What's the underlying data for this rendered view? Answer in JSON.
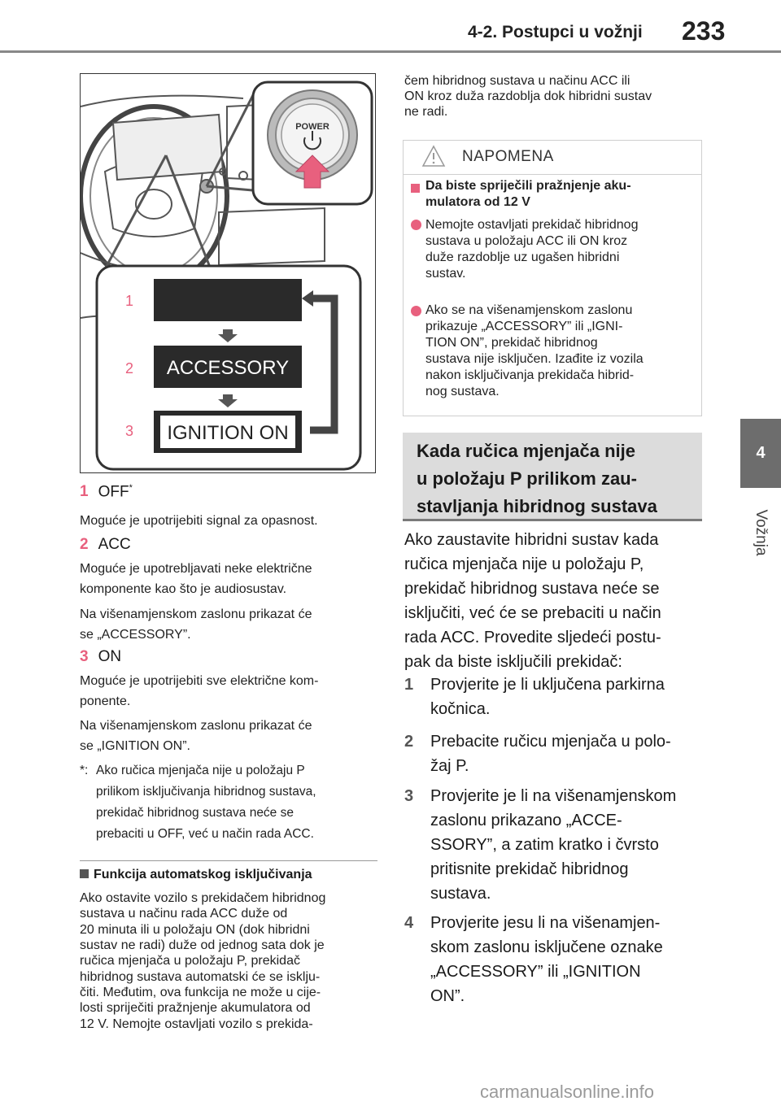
{
  "header": {
    "section_title": "4-2. Postupci u vožnji",
    "page_number": "233"
  },
  "side_tab": {
    "chapter_number": "4",
    "chapter_label": "Vožnja"
  },
  "illustration": {
    "power_label": "POWER",
    "labels": [
      "1",
      "2",
      "3"
    ],
    "screen_accessory": "ACCESSORY",
    "screen_ignition": "IGNITION ON"
  },
  "left_column": {
    "steps": [
      {
        "num": "1",
        "title": "OFF",
        "marker": "*",
        "paragraphs": [
          "Moguće je upotrijebiti signal za opasnost."
        ]
      },
      {
        "num": "2",
        "title": "ACC",
        "paragraphs": [
          "Moguće je upotrebljavati neke električne",
          "komponente kao što je audiosustav.",
          "Na višenamjenskom zaslonu prikazat će",
          "se „ACCESSORY”."
        ]
      },
      {
        "num": "3",
        "title": "ON",
        "paragraphs": [
          "Moguće je upotrijebiti sve električne kom-",
          "ponente.",
          "Na višenamjenskom zaslonu prikazat će",
          "se „IGNITION ON”."
        ]
      }
    ],
    "footnote": {
      "marker": "*:",
      "lines": [
        "Ako ručica mjenjača nije u položaju P",
        "prilikom isključivanja hibridnog sustava,",
        "prekidač hibridnog sustava neće se",
        "prebaciti u OFF, već u način rada ACC."
      ]
    },
    "auto_off": {
      "heading": "Funkcija automatskog isključivanja",
      "lines": [
        "Ako ostavite vozilo s prekidačem hibridnog",
        "sustava u načinu rada ACC duže od",
        "20 minuta ili u položaju ON (dok hibridni",
        "sustav ne radi) duže od jednog sata dok je",
        "ručica mjenjača u položaju P, prekidač",
        "hibridnog sustava automatski će se isklju-",
        "čiti. Međutim, ova funkcija ne može u cije-",
        "losti spriječiti pražnjenje akumulatora od",
        "12 V. Nemojte ostavljati vozilo s prekida-"
      ]
    }
  },
  "right_column": {
    "continued_lines": [
      "čem hibridnog sustava u načinu ACC ili",
      "ON kroz duža razdoblja dok hibridni sustav",
      "ne radi."
    ],
    "note": {
      "title": "NAPOMENA",
      "heading_lines": [
        "Da biste spriječili pražnjenje aku-",
        "mulatora od 12 V"
      ],
      "bullet1": [
        "Nemojte ostavljati prekidač hibridnog",
        "sustava u položaju ACC ili ON kroz",
        "duže razdoblje uz ugašen hibridni",
        "sustav."
      ],
      "bullet2": [
        "Ako se na višenamjenskom zaslonu",
        "prikazuje „ACCESSORY” ili „IGNI-",
        "TION ON”, prekidač hibridnog",
        "sustava nije isključen. Izađite iz vozila",
        "nakon isključivanja prekidača hibrid-",
        "nog sustava."
      ]
    },
    "section": {
      "title_lines": [
        "Kada ručica mjenjača nije",
        "u položaju P prilikom zau-",
        "stavljanja hibridnog sustava"
      ]
    },
    "intro_lines": [
      "Ako zaustavite hibridni sustav kada",
      "ručica mjenjača nije u položaju P,",
      "prekidač hibridnog sustava neće se",
      "isključiti, već će se prebaciti u način",
      "rada ACC. Provedite sljedeći postu-",
      "pak da biste isključili prekidač:"
    ],
    "steps": [
      {
        "num": "1",
        "lines": [
          "Provjerite je li uključena parkirna",
          "kočnica."
        ]
      },
      {
        "num": "2",
        "lines": [
          "Prebacite ručicu mjenjača u polo-",
          "žaj P."
        ]
      },
      {
        "num": "3",
        "lines": [
          "Provjerite je li na višenamjenskom",
          "zaslonu prikazano „ACCE-",
          "SSORY”, a zatim kratko i čvrsto",
          "pritisnite prekidač hibridnog",
          "sustava."
        ]
      },
      {
        "num": "4",
        "lines": [
          "Provjerite jesu li na višenamjen-",
          "skom zaslonu isključene oznake",
          "„ACCESSORY” ili „IGNITION",
          "ON”."
        ]
      }
    ]
  },
  "watermark": "carmanualsonline.info",
  "colors": {
    "accent_pink": "#e8607e",
    "tab_gray": "#6d6d6d",
    "section_bg": "#dcdcdc"
  }
}
